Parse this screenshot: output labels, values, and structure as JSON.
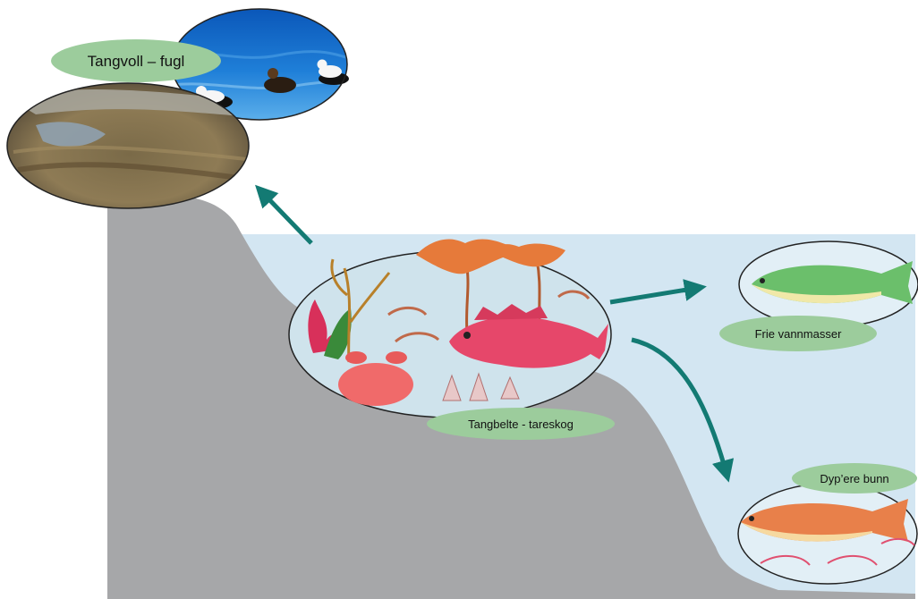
{
  "labels": {
    "tangvoll": "Tangvoll  – fugl",
    "tangbelte": "Tangbelte - tareskog",
    "frie": "Frie  vannmasser",
    "dypere": "Dyp’ere bunn"
  },
  "colors": {
    "water": "#d3e6f2",
    "seabed": "#a6a7a9",
    "arrow": "#137a73",
    "label_bg": "#9ccc9c",
    "circle_fill": "#cfe3ec"
  },
  "icons": [
    "eider-duck",
    "seaweed",
    "kelp",
    "crab",
    "shrimp",
    "redfish",
    "barnacle",
    "saithe",
    "cod",
    "deep-shrimp"
  ]
}
